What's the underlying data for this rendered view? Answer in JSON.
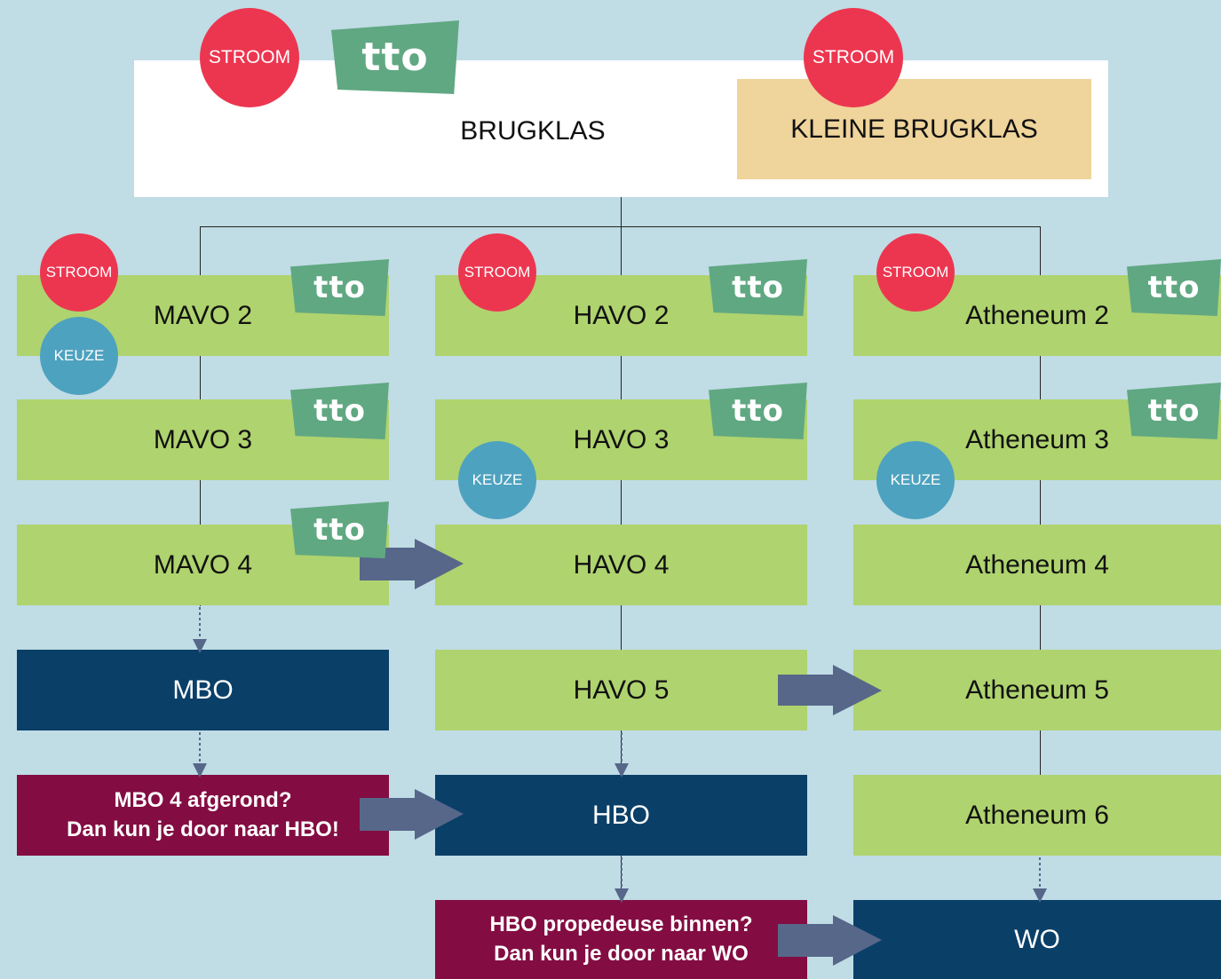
{
  "colors": {
    "background": "#c0dce5",
    "level_box": "#afd36e",
    "education_box": "#0a3f68",
    "note_box": "#830d42",
    "stroom_badge": "#ec3650",
    "keuze_badge": "#4da2bf",
    "tto_label": "#60a882",
    "arrow": "#566789",
    "kleine_brugklas": "#efd49b"
  },
  "top": {
    "brugklas": "BRUGKLAS",
    "kleine_brugklas": "KLEINE BRUGKLAS"
  },
  "badges": {
    "stroom": "STROOM",
    "keuze": "KEUZE",
    "tto": "tto"
  },
  "mavo": {
    "y2": "MAVO 2",
    "y3": "MAVO 3",
    "y4": "MAVO 4"
  },
  "havo": {
    "y2": "HAVO 2",
    "y3": "HAVO 3",
    "y4": "HAVO 4",
    "y5": "HAVO 5"
  },
  "atheneum": {
    "y2": "Atheneum 2",
    "y3": "Atheneum 3",
    "y4": "Atheneum 4",
    "y5": "Atheneum 5",
    "y6": "Atheneum 6"
  },
  "education": {
    "mbo": "MBO",
    "hbo": "HBO",
    "wo": "WO"
  },
  "notes": {
    "mbo_line1": "MBO 4 afgerond?",
    "mbo_line2": "Dan kun je door naar HBO!",
    "hbo_line1": "HBO propedeuse binnen?",
    "hbo_line2": "Dan kun je door naar WO"
  }
}
